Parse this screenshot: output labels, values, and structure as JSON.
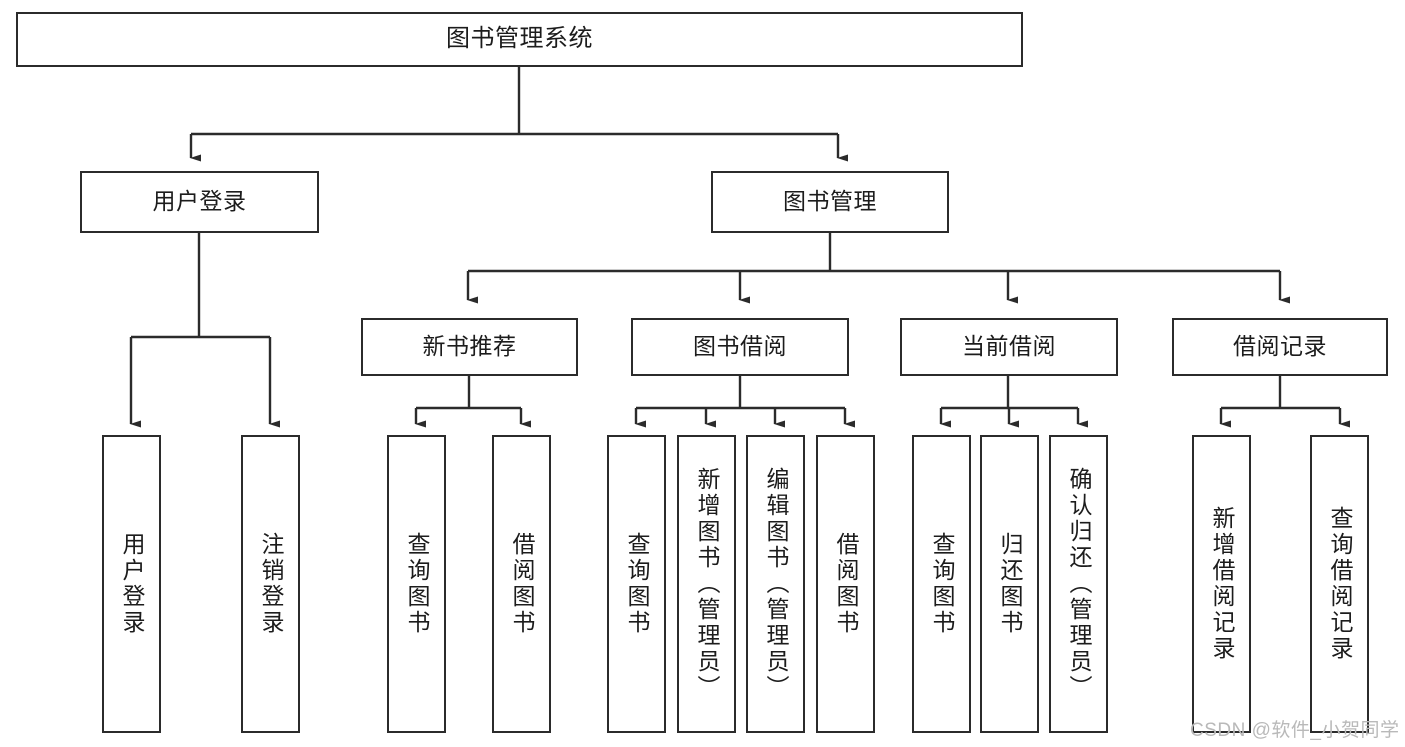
{
  "diagram": {
    "title": "图书管理系统",
    "type": "tree",
    "root": {
      "label": "图书管理系统"
    },
    "level2": [
      {
        "label": "用户登录"
      },
      {
        "label": "图书管理"
      }
    ],
    "level3": [
      {
        "label": "新书推荐",
        "parent": "图书管理"
      },
      {
        "label": "图书借阅",
        "parent": "图书管理"
      },
      {
        "label": "当前借阅",
        "parent": "图书管理"
      },
      {
        "label": "借阅记录",
        "parent": "图书管理"
      }
    ],
    "leaves": [
      {
        "label": "用户登录",
        "parent": "用户登录"
      },
      {
        "label": "注销登录",
        "parent": "用户登录"
      },
      {
        "label": "查询图书",
        "parent": "新书推荐"
      },
      {
        "label": "借阅图书",
        "parent": "新书推荐"
      },
      {
        "label": "查询图书",
        "parent": "图书借阅"
      },
      {
        "label": "新增图书（管理员）",
        "parent": "图书借阅"
      },
      {
        "label": "编辑图书（管理员）",
        "parent": "图书借阅"
      },
      {
        "label": "借阅图书",
        "parent": "图书借阅"
      },
      {
        "label": "查询图书",
        "parent": "当前借阅"
      },
      {
        "label": "归还图书",
        "parent": "当前借阅"
      },
      {
        "label": "确认归还（管理员）",
        "parent": "当前借阅"
      },
      {
        "label": "新增借阅记录",
        "parent": "借阅记录"
      },
      {
        "label": "查询借阅记录",
        "parent": "借阅记录"
      }
    ]
  },
  "watermark": {
    "text": "CSDN @软件_小贺同学"
  },
  "colors": {
    "stroke": "#2b2b2b",
    "background": "#ffffff",
    "text": "#1c1c1c",
    "watermark": "#b9b9b9"
  }
}
